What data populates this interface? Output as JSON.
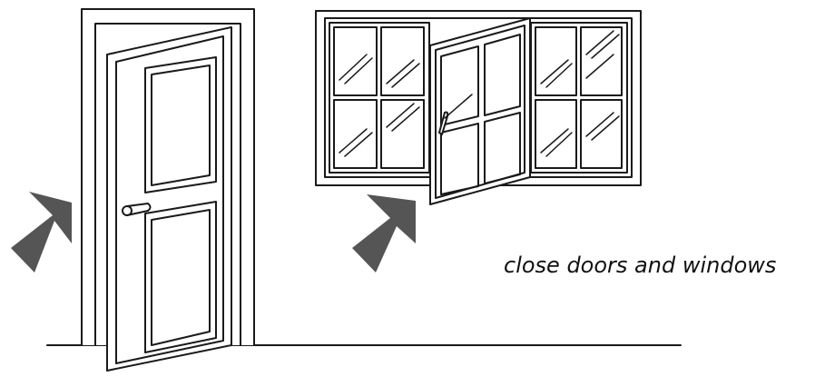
{
  "caption": "close doors and windows",
  "colors": {
    "line": "#1a1a1a",
    "arrow": "#555555",
    "background": "#ffffff"
  },
  "icons": [
    "door-illustration",
    "window-illustration",
    "arrow-icon"
  ]
}
